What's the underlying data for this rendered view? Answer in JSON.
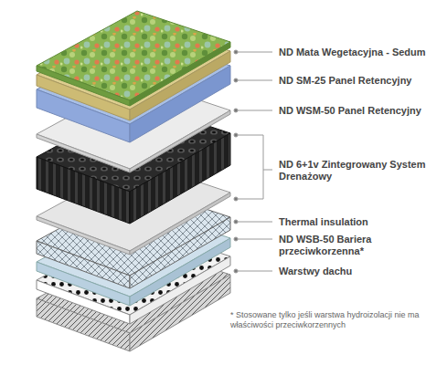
{
  "diagram": {
    "labels": [
      "ND Mata Wegetacyjna - Sedum",
      "ND SM-25 Panel Retencyjny",
      "ND WSM-50 Panel Retencyjny",
      "ND 6+1v Zintegrowany System Drenażowy",
      "Thermal insulation",
      "ND WSB-50 Bariera przeciwkorzenna*",
      "Warstwy dachu",
      "* Stosowane tylko jeśli warstwa hydroizolacji nie ma właściwości przeciwkorzennych"
    ]
  }
}
